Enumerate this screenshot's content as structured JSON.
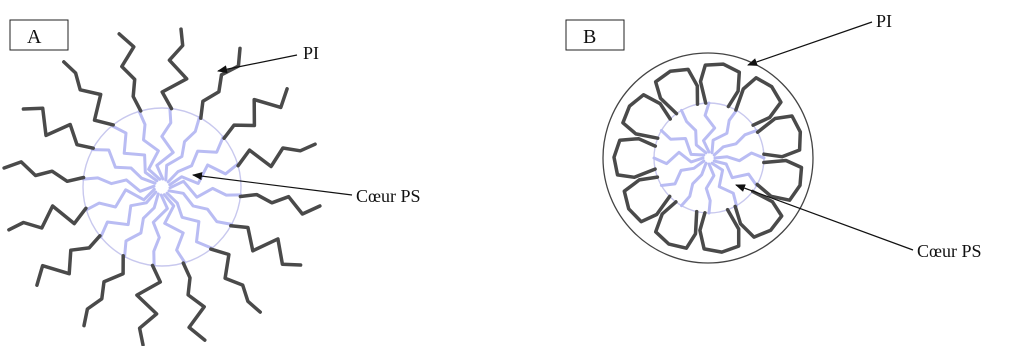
{
  "panels": [
    {
      "label": "A",
      "pi_label": "PI",
      "core_label": "Cœur PS"
    },
    {
      "label": "B",
      "pi_label": "PI",
      "core_label": "Cœur PS"
    }
  ],
  "colors": {
    "pi_chain": "#4a4a4a",
    "ps_chain": "#b9bcf3",
    "core_outline": "#c8c8ee",
    "outer_outline": "#444444",
    "arrow": "#111111"
  }
}
